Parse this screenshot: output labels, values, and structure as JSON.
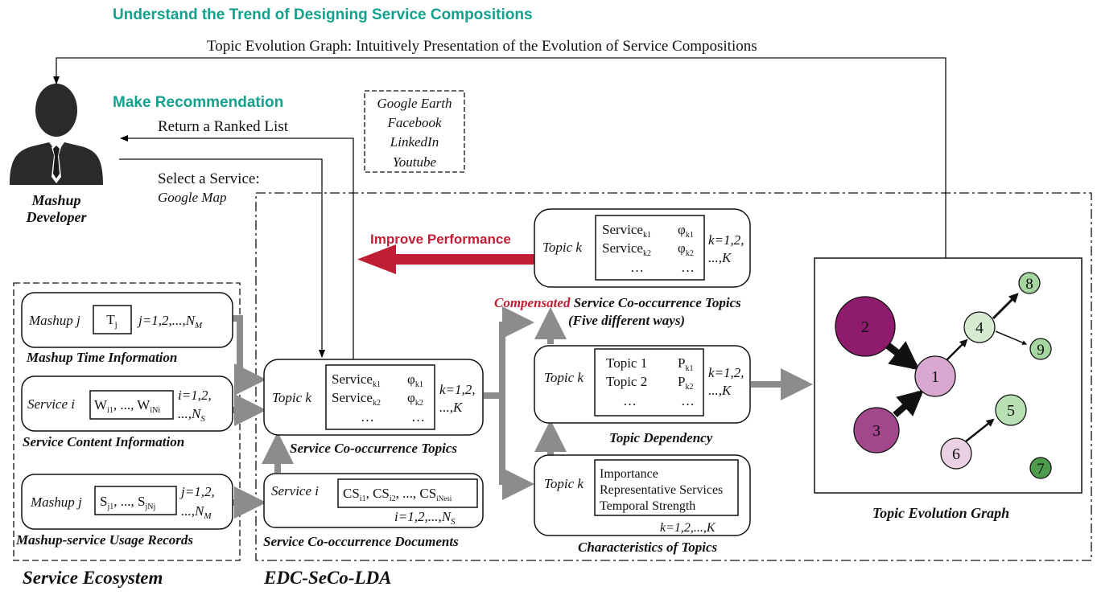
{
  "header": {
    "trend_title": "Understand the Trend of Designing Service Compositions",
    "trend_subtitle": "Topic Evolution Graph: Intuitively Presentation of the Evolution of Service Compositions",
    "recommend_title": "Make Recommendation",
    "return_list": "Return a Ranked List",
    "select_service": "Select a Service:",
    "select_example": "Google Map"
  },
  "developer": {
    "line1": "Mashup",
    "line2": "Developer"
  },
  "example_services": [
    "Google Earth",
    "Facebook",
    "LinkedIn",
    "Youtube"
  ],
  "ecosystem": {
    "label": "Service Ecosystem",
    "time": {
      "left": "Mashup j",
      "box": "T",
      "box_sub": "j",
      "range": "j=1,2,...,N",
      "range_sub": "M",
      "caption": "Mashup Time Information"
    },
    "content": {
      "left": "Service i",
      "box_a": "W",
      "box_a_sub": "i1",
      "box_mid": ", ..., ",
      "box_b": "W",
      "box_b_sub": "iNi",
      "range1": "i=1,2,",
      "range2": "...,N",
      "range2_sub": "S",
      "caption": "Service Content Information"
    },
    "usage": {
      "left": "Mashup j",
      "box_a": "S",
      "box_a_sub": "j1",
      "box_mid": ", ..., ",
      "box_b": "S",
      "box_b_sub": "jNj",
      "range1": "j=1,2,",
      "range2": "...,N",
      "range2_sub": "M",
      "caption": "Mashup-service Usage Records"
    }
  },
  "model": {
    "label": "EDC-SeCo-LDA",
    "improve": "Improve Performance",
    "service": "Service",
    "phi": "φ",
    "sub_k1": "k1",
    "sub_k2": "k2",
    "dots": "…",
    "topic_k": "Topic k",
    "k_range1": "k=1,2,",
    "k_range2": "...,K",
    "improved_topics": {},
    "cooc_topics": {
      "caption": "Service Co-occurrence Topics"
    },
    "cooc_docs": {
      "left": "Service i",
      "cs": "CS",
      "sub_i1": "i1",
      "sub_i2": "i2",
      "sub_ines": "iNesi",
      "sep": ", ",
      "mid": ", ..., ",
      "range": "i=1,2,...,N",
      "range_sub": "S",
      "caption": "Service Co-occurrence Documents"
    },
    "compensated": {
      "red": "Compensated",
      "rest": " Service Co-occurrence Topics",
      "ways": "(Five different ways)"
    },
    "dependency": {
      "topic1": "Topic 1",
      "topic2": "Topic 2",
      "p": "P",
      "caption": "Topic Dependency"
    },
    "characteristics": {
      "items": [
        "Importance",
        "Representative Services",
        "Temporal Strength"
      ],
      "range": "k=1,2,...,K",
      "caption": "Characteristics of Topics"
    }
  },
  "graph": {
    "caption": "Topic Evolution Graph",
    "nodes": [
      {
        "label": "2",
        "color": "#8e1b6d"
      },
      {
        "label": "3",
        "color": "#a3478c"
      },
      {
        "label": "1",
        "color": "#d9a7cf"
      },
      {
        "label": "4",
        "color": "#d5ecd0"
      },
      {
        "label": "8",
        "color": "#a6d6a0"
      },
      {
        "label": "9",
        "color": "#a6d6a0"
      },
      {
        "label": "5",
        "color": "#b9dfb4"
      },
      {
        "label": "6",
        "color": "#ead0e3"
      },
      {
        "label": "7",
        "color": "#4e9b4e"
      }
    ]
  },
  "colors": {
    "teal": "#13a18e",
    "red": "#c01e34",
    "gray_arrow": "#8c8c8c"
  }
}
